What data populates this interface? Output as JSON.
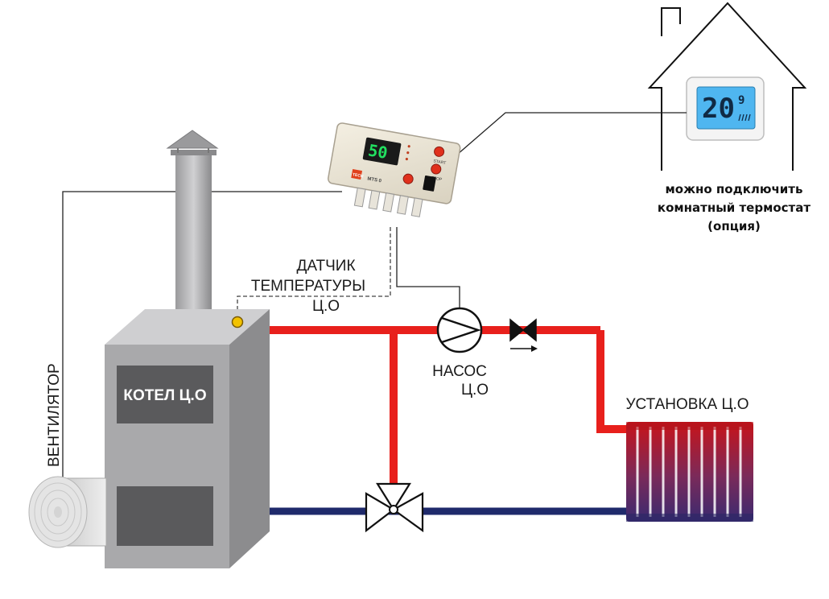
{
  "labels": {
    "boiler": "КОТЕЛ Ц.О",
    "sensor_line1": "ДАТЧИК",
    "sensor_line2": "ТЕМПЕРАТУРЫ",
    "sensor_line3": "Ц.О",
    "pump_line1": "НАСОС",
    "pump_line2": "Ц.О",
    "fan": "ВЕНТИЛЯТОР",
    "radiator": "УСТАНОВКА Ц.О",
    "thermostat_line1": "можно подключить",
    "thermostat_line2": "комнатный термостат",
    "thermostat_line3": "(опция)"
  },
  "controller": {
    "display_value": "50",
    "start_label": "START",
    "stop_label": "STOP",
    "brand": "TECH",
    "model": "MTS 0"
  },
  "thermostat": {
    "temperature": "20",
    "temperature_decimal": "9"
  },
  "colors": {
    "supply_pipe": "#e8201c",
    "return_pipe": "#1f2a6b",
    "boiler_body": "#a9a9ab",
    "boiler_door": "#5a5a5c",
    "sensor": "#f2c200",
    "thermostat_screen": "#4fb6f0"
  }
}
